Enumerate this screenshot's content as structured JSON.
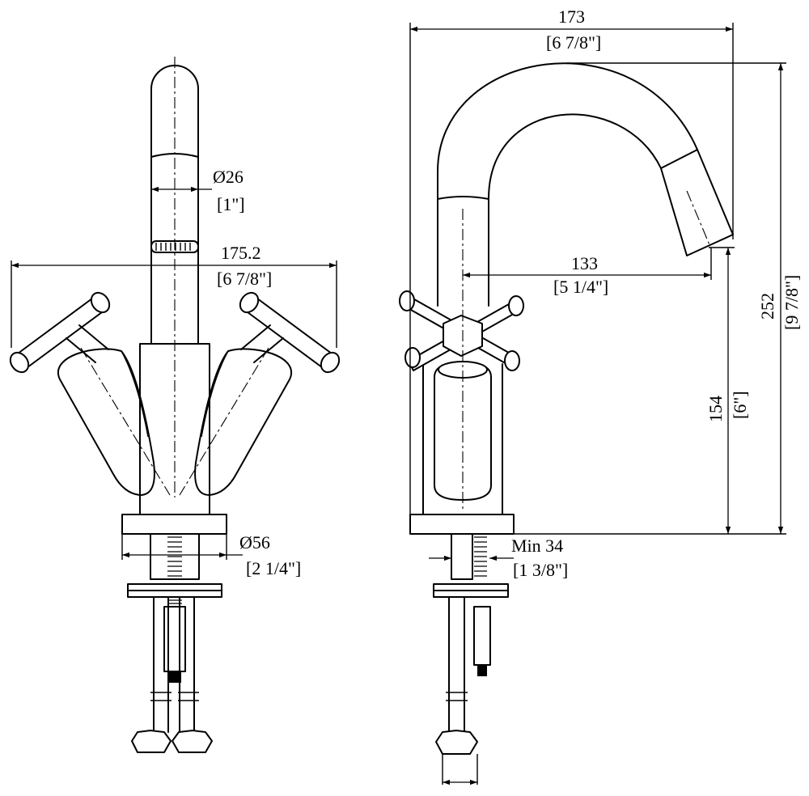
{
  "front_view": {
    "spout_diameter": {
      "value": "Ø26",
      "inch": "[1\"]"
    },
    "handle_span": {
      "value": "175.2",
      "inch": "[6 7/8\"]"
    },
    "base_diameter": {
      "value": "Ø56",
      "inch": "[2 1/4\"]"
    }
  },
  "side_view": {
    "overall_depth": {
      "value": "173",
      "inch": "[6 7/8\"]"
    },
    "spout_reach": {
      "value": "133",
      "inch": "[5 1/4\"]"
    },
    "overall_height": {
      "value": "252",
      "inch": "[9 7/8\"]"
    },
    "spout_height": {
      "value": "154",
      "inch": "[6\"]"
    },
    "min_counter": {
      "value": "Min 34",
      "inch": "[1 3/8\"]"
    }
  },
  "colors": {
    "line": "#000000",
    "background": "#ffffff"
  }
}
